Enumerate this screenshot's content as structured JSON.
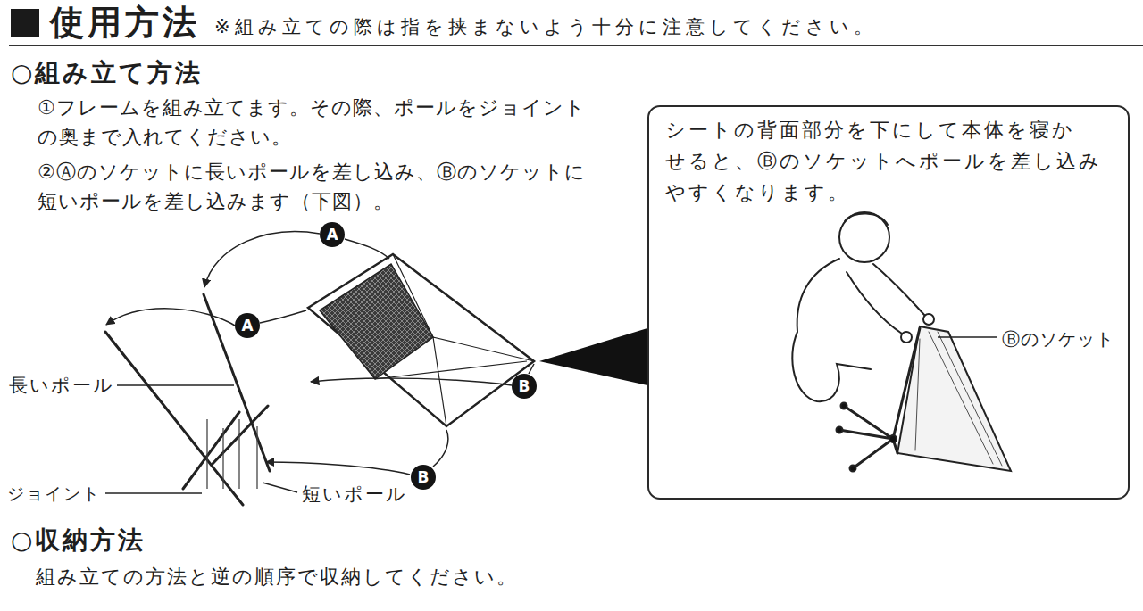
{
  "diagram": {
    "title": "使用方法",
    "nodes": [
      {
        "text": [
          "シートの背面部分を下にして本体を寝か せると、Ⓑのソケットへポールを差し込み やすくなります。",
          "Ⓑのソケット"
        ]
      }
    ],
    "labels": [
      "※組み立ての際は指を挟まないよう十分に注意してください。",
      "○組み立て方法",
      "①フレームを組み立てます。その際、ポールをジョイント の奥まで入れてください。",
      "②Ⓐのソケットに長いポールを差し込み、Ⓑのソケットに 短いポールを差し込みます（下図）。",
      "A",
      "A",
      "長いポール",
      "B",
      "ジョイント",
      "短いポール",
      "B",
      "○収納方法",
      "組み立ての方法と逆の順序で収納してください。"
    ]
  }
}
